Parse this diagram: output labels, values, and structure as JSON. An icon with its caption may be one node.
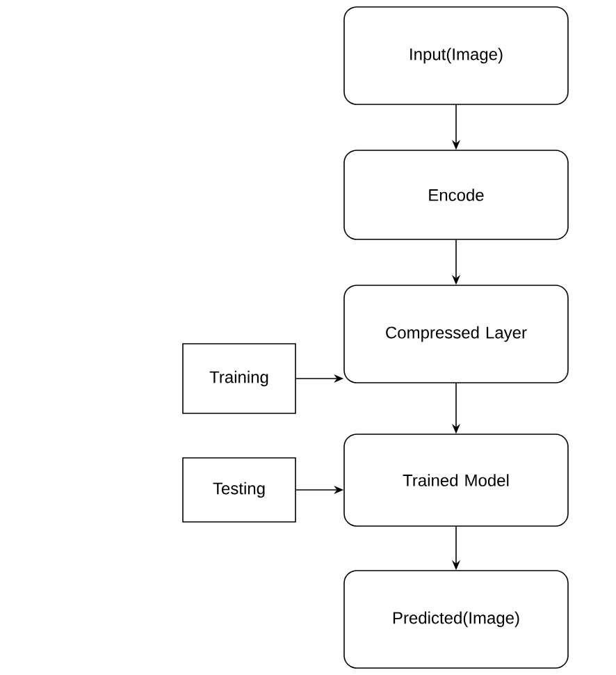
{
  "diagram": {
    "nodes": [
      {
        "text": [
          "Input(Image)"
        ]
      },
      {
        "text": [
          "Encode"
        ]
      },
      {
        "text": [
          "Compressed Layer"
        ]
      },
      {
        "text": [
          "Trained Model"
        ]
      },
      {
        "text": [
          "Predicted(Image)"
        ]
      },
      {
        "text": [
          "Training"
        ]
      },
      {
        "text": [
          "Testing"
        ]
      }
    ],
    "edges": [
      {
        "from": 0,
        "to": 1,
        "arrow": "to"
      },
      {
        "from": 1,
        "to": 2,
        "arrow": "to"
      },
      {
        "from": 2,
        "to": 3,
        "arrow": "to"
      },
      {
        "from": 3,
        "to": 4,
        "arrow": "to"
      },
      {
        "from": 5,
        "to": 2,
        "arrow": "to"
      },
      {
        "from": 6,
        "to": 3,
        "arrow": "to"
      }
    ]
  }
}
